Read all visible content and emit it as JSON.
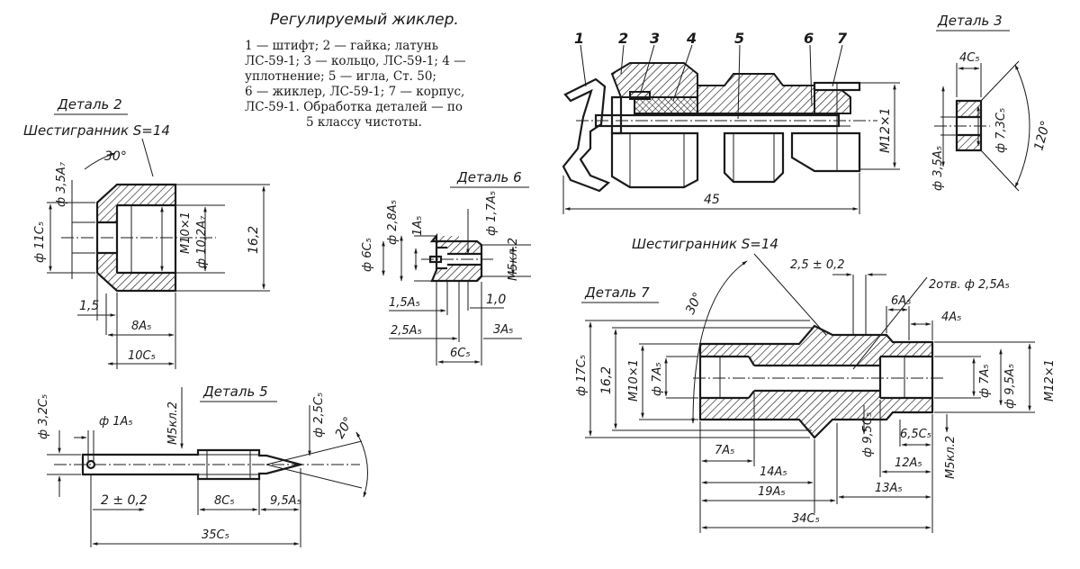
{
  "caption": {
    "title": "Регулируемый жиклер.",
    "lines": [
      "1 — штифт; 2 — гайка; латунь",
      "ЛС-59-1; 3 — кольцо, ЛС-59-1; 4 —",
      "уплотнение; 5 — игла, Ст. 50;",
      "6 — жиклер, ЛС-59-1; 7 — корпус,",
      "ЛС-59-1. Обработка деталей — по",
      "5 классу чистоты."
    ]
  },
  "assembly": {
    "part_numbers": [
      "1",
      "2",
      "3",
      "4",
      "5",
      "6",
      "7"
    ],
    "dim_length": "45",
    "dim_thread": "M12×1"
  },
  "detail2": {
    "title": "Деталь 2",
    "hex_note": "Шестигранник S=14",
    "angle": "30°",
    "d_hole": "ф 3,5A₇",
    "d_outer": "ф 11C₅",
    "thread": "M10×1",
    "d_bore": "ф 10,2A₇",
    "across": "16,2",
    "chamfer": "1,5",
    "depth": "8A₅",
    "length": "10C₅"
  },
  "detail3": {
    "title": "Деталь 3",
    "width": "4C₅",
    "d_inner": "ф 7,3C₅",
    "angle": "120°",
    "d_hole": "ф 3,5A₅"
  },
  "detail6": {
    "title": "Деталь 6",
    "d_a": "ф 2,8A₅",
    "d_b": "1A₅",
    "d_c": "ф 1,7A₅",
    "d_outer": "ф 6C₅",
    "thread": "M5кл.2",
    "len_a": "1,5A₅",
    "len_b": "1,0",
    "len_c": "2,5A₅",
    "len_d": "3A₅",
    "length": "6C₅"
  },
  "detail5": {
    "title": "Деталь 5",
    "d_shank": "ф 3,2C₅",
    "d_hole": "ф 1A₅",
    "thread": "M5кл.2",
    "d_tip": "ф 2,5C₅",
    "angle": "20°",
    "pos": "2 ± 0,2",
    "thread_len": "8C₅",
    "tip_len": "9,5A₅",
    "length": "35C₅"
  },
  "detail7": {
    "title": "Деталь 7",
    "hex_note": "Шестигранник S=14",
    "dist": "2,5 ± 0,2",
    "holes": "2отв. ф 2,5A₅",
    "angle": "30°",
    "a6": "6A₅",
    "a4": "4A₅",
    "d_outer": "ф 17C₅",
    "across": "16,2",
    "thread_l": "M10×1",
    "d_a": "ф 7A₅",
    "d_b": "ф 7A₅",
    "d_c": "ф 9,5A₅",
    "thread_r": "M12×1",
    "d_groove": "ф 9,5C₅",
    "len_65": "6,5C₅",
    "thread_m5": "M5кл.2",
    "len_7": "7A₅",
    "len_12": "12A₅",
    "len_14": "14A₅",
    "len_19": "19A₅",
    "len_13": "13A₅",
    "length": "34C₅"
  }
}
